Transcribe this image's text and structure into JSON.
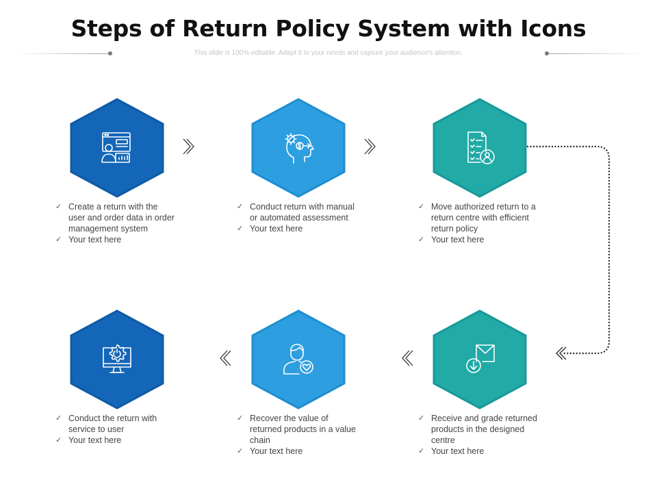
{
  "title": "Steps of Return Policy System with Icons",
  "subtitle": "This slide is 100% editable. Adapt it to your needs and capture your audience's attention.",
  "colors": {
    "dark_blue": "#1466b8",
    "dark_blue_border": "#0e5aa6",
    "light_blue": "#2d9ee0",
    "light_blue_border": "#1e8dd1",
    "teal": "#21aaa6",
    "teal_border": "#17999a"
  },
  "steps": [
    {
      "icon": "order-management-icon",
      "color": "dark_blue",
      "bullets": [
        "Create a return with the user and order data in order management system",
        "Your text here"
      ]
    },
    {
      "icon": "automated-assessment-icon",
      "color": "light_blue",
      "bullets": [
        "Conduct return with manual or automated assessment",
        "Your text here"
      ]
    },
    {
      "icon": "return-policy-checklist-icon",
      "color": "teal",
      "bullets": [
        "Move authorized return to a return centre with efficient return policy",
        "Your text here"
      ]
    },
    {
      "icon": "computer-service-icon",
      "color": "dark_blue",
      "bullets": [
        "Conduct the return with service to user",
        "Your text here"
      ]
    },
    {
      "icon": "customer-value-icon",
      "color": "light_blue",
      "bullets": [
        "Recover the value of returned products in a value chain",
        "Your text here"
      ]
    },
    {
      "icon": "receive-mail-icon",
      "color": "teal",
      "bullets": [
        "Receive and grade returned products in the designed centre",
        "Your text here"
      ]
    }
  ]
}
